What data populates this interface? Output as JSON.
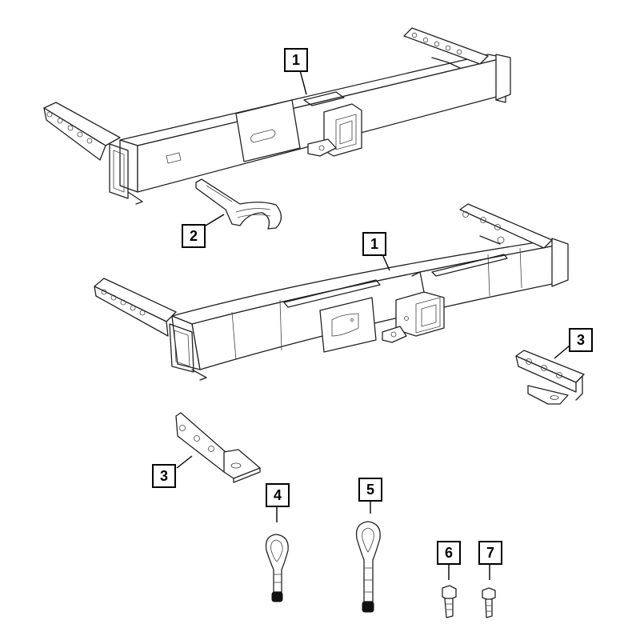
{
  "diagram": {
    "type": "exploded parts diagram",
    "subject": "Trailer hitch assembly",
    "callouts": [
      {
        "id": "callout-1a",
        "label": "1",
        "part": "hitch-receiver-upper"
      },
      {
        "id": "callout-2",
        "label": "2",
        "part": "tow-hook"
      },
      {
        "id": "callout-1b",
        "label": "1",
        "part": "hitch-receiver-lower"
      },
      {
        "id": "callout-3a",
        "label": "3",
        "part": "bracket-right"
      },
      {
        "id": "callout-3b",
        "label": "3",
        "part": "bracket-left"
      },
      {
        "id": "callout-4",
        "label": "4",
        "part": "tow-eye-short"
      },
      {
        "id": "callout-5",
        "label": "5",
        "part": "tow-eye-long"
      },
      {
        "id": "callout-6",
        "label": "6",
        "part": "bolt-a"
      },
      {
        "id": "callout-7",
        "label": "7",
        "part": "bolt-b"
      }
    ],
    "colors": {
      "line": "#222222",
      "background": "#ffffff",
      "callout_border": "#000000"
    }
  }
}
